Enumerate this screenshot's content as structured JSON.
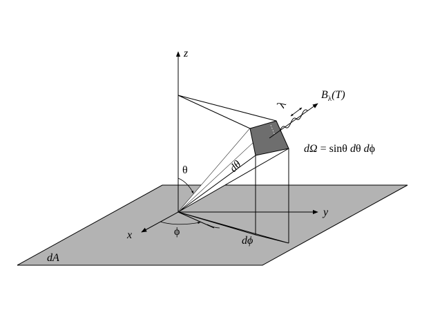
{
  "colors": {
    "plane": "#b3b3b3",
    "patch": "#6e6e6e",
    "line": "#000000",
    "background": "#ffffff"
  },
  "labels": {
    "z_axis": "z",
    "y_axis": "y",
    "x_axis": "x",
    "area": "dA",
    "theta": "θ",
    "phi": "ϕ",
    "d_theta": "dθ",
    "d_phi": "dϕ",
    "lambda": "λ",
    "radiance_main": "B",
    "radiance_sub": "λ",
    "radiance_arg": "(T)",
    "solid_angle_lhs": "dΩ",
    "solid_angle_rhs": " = sinθ ",
    "solid_angle_d1": "d",
    "solid_angle_theta": "θ ",
    "solid_angle_d2": "d",
    "solid_angle_phi": "ϕ"
  }
}
